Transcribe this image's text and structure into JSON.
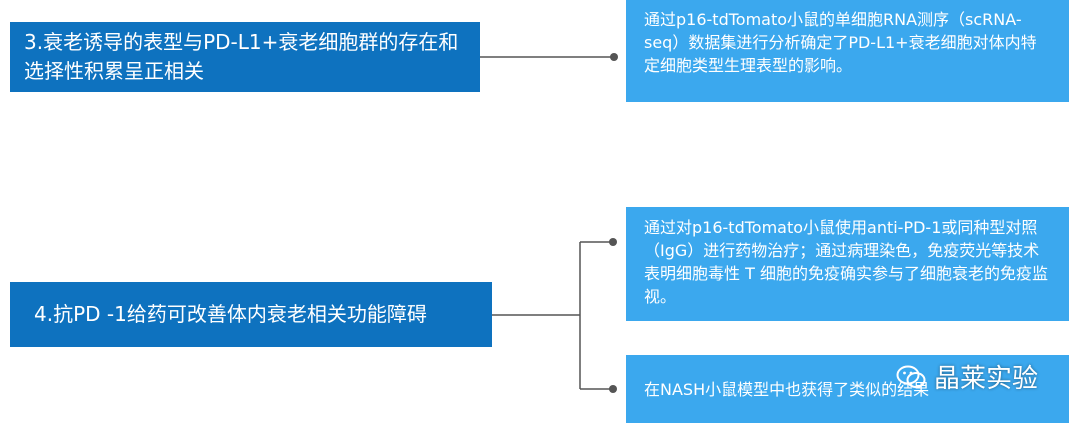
{
  "steps": [
    {
      "title": "3.衰老诱导的表型与PD-L1+衰老细胞群的存在和选择性积累呈正相关",
      "details": [
        "通过p16-tdTomato小鼠的单细胞RNA测序（scRNA-seq）数据集进行分析确定了PD-L1+衰老细胞对体内特定细胞类型生理表型的影响。"
      ]
    },
    {
      "title": "4.抗PD -1给药可改善体内衰老相关功能障碍",
      "details": [
        "通过对p16-tdTomato小鼠使用anti-PD-1或同种型对照（IgG）进行药物治疗；通过病理染色，免疫荧光等技术表明细胞毒性 T 细胞的免疫确实参与了细胞衰老的免疫监视。",
        "在NASH小鼠模型中也获得了类似的结果"
      ]
    }
  ],
  "watermark": {
    "text": "晶莱实验",
    "icon": "wechat-icon"
  },
  "colors": {
    "left_box": "#0e72bf",
    "right_box": "#3ba8ee",
    "connector": "#555555"
  }
}
